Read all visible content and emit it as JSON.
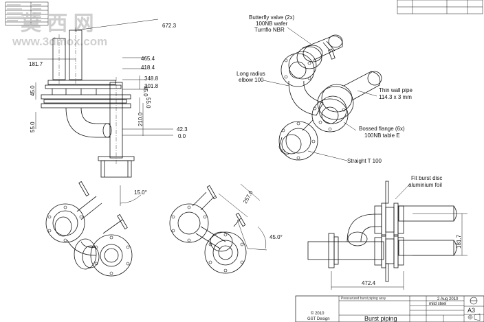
{
  "watermark": {
    "chinese": "莫 西 网",
    "site": "www.3dmox.com"
  },
  "view_top_left": {
    "dims": [
      "672.3",
      "181.7",
      "465.4",
      "418.4",
      "348.8",
      "301.8",
      "45.0",
      "45.0",
      "55.0",
      "55.0",
      "210.0",
      "42.3",
      "0.0",
      "15.0°"
    ]
  },
  "view_bottom_mid": {
    "dims": [
      "257.0",
      "45.0°"
    ]
  },
  "view_bottom_right": {
    "dims": [
      "181.7",
      "472.4"
    ]
  },
  "callouts": {
    "butterfly_1": "Butterfly valve (2x)",
    "butterfly_2": "100NB wafer",
    "butterfly_3": "Turnflo NBR",
    "elbow_1": "Long radius",
    "elbow_2": "elbow 100",
    "pipe_1": "Thin wall pipe",
    "pipe_2": "114.3 x 3 mm",
    "flange_1": "Bossed flange (6x)",
    "flange_2": "100NB table E",
    "tee": "Straight T 100",
    "disc_1": "Fit burst disc",
    "disc_2": "aluminium foil"
  },
  "title_block": {
    "copyright_1": "© 2010",
    "copyright_2": "GST Design",
    "drawing_title": "Burst piping",
    "date": "2 Aug 2010",
    "material": "mild steel",
    "sheet_size": "A3",
    "small_title": "Pressurized burst piping assy"
  },
  "colors": {
    "line": "#111111",
    "watermark": "#bfbfbf"
  }
}
